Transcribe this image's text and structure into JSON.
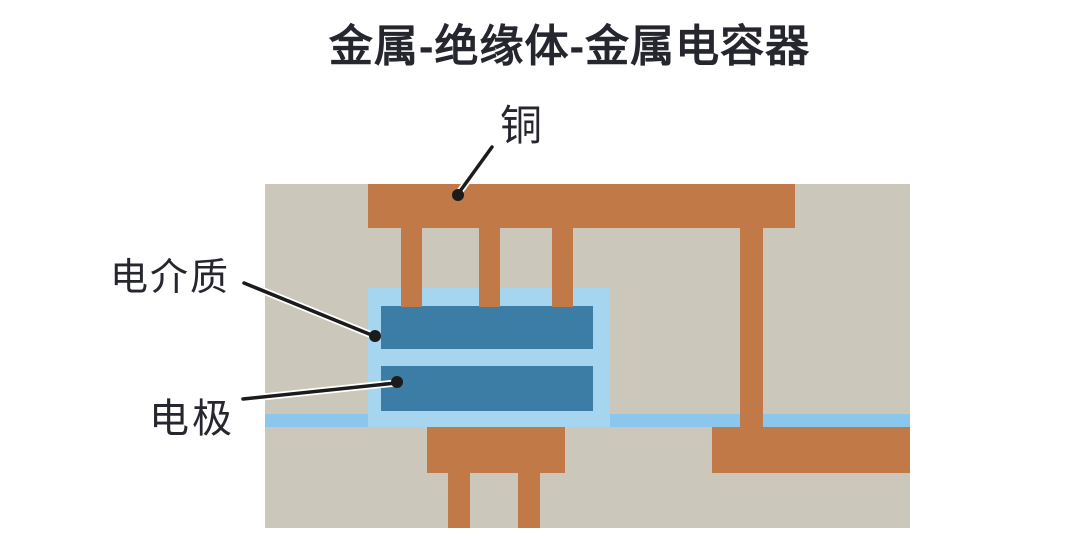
{
  "title": "金属-绝缘体-金属电容器",
  "labels": {
    "copper": "铜",
    "dielectric": "电介质",
    "electrode": "电极"
  },
  "diagram": {
    "type": "cross-section-illustration",
    "subject": "MIM capacitor structure",
    "regions": [
      {
        "name": "substrate",
        "color_key": "substrate"
      },
      {
        "name": "copper-top-bar-with-vias",
        "color_key": "copper"
      },
      {
        "name": "copper-right-column",
        "color_key": "copper"
      },
      {
        "name": "copper-bottom-right-bar",
        "color_key": "copper"
      },
      {
        "name": "copper-bottom-pedestal",
        "color_key": "copper"
      },
      {
        "name": "dielectric-region",
        "color_key": "dielectric"
      },
      {
        "name": "dielectric-thin-band",
        "color_key": "band"
      },
      {
        "name": "electrode-plate-upper",
        "color_key": "electrode"
      },
      {
        "name": "electrode-plate-lower",
        "color_key": "electrode"
      }
    ]
  },
  "colors": {
    "substrate": "#cbc8bb",
    "copper": "#c17a47",
    "dielectric": "#a6d5f0",
    "band": "#8bc7ec",
    "electrode": "#3b7da4",
    "text": "#26262e",
    "leader": "#1b1b1b",
    "page_bg": "#ffffff"
  }
}
